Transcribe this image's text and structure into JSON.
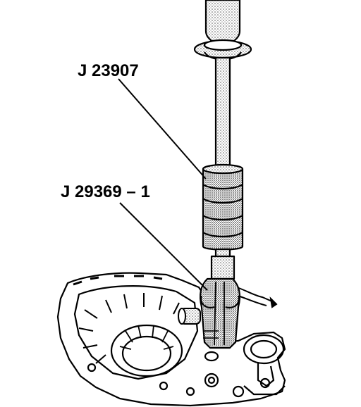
{
  "callouts": [
    {
      "id": "slide-hammer",
      "text": "J 23907"
    },
    {
      "id": "remover-adapter",
      "text": "J 29369 – 1"
    }
  ],
  "colors": {
    "ink": "#000000",
    "paper": "#ffffff",
    "stipple": "#9a9a9a"
  }
}
